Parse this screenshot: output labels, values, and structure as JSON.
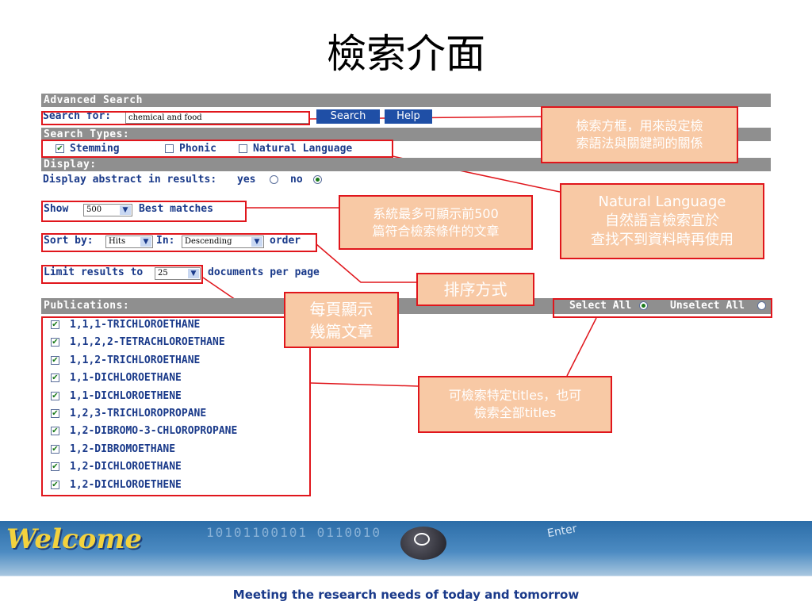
{
  "slide": {
    "title": "檢索介面"
  },
  "form": {
    "advanced_search_header": "Advanced Search",
    "search_for_label": "Search for:",
    "search_value": "chemical and food",
    "search_button": "Search",
    "help_button": "Help",
    "search_types_header": "Search Types:",
    "types": [
      {
        "label": "Stemming",
        "checked": true
      },
      {
        "label": "Phonic",
        "checked": false
      },
      {
        "label": "Natural Language",
        "checked": false
      }
    ],
    "display_header": "Display:",
    "abstract_label": "Display abstract in results:",
    "abstract_yes": "yes",
    "abstract_no": "no",
    "show_label": "Show",
    "show_value": "500",
    "best_matches": "Best matches",
    "sort_by_label": "Sort by:",
    "sort_value": "Hits",
    "in_label": "In:",
    "order_value": "Descending",
    "order_label": "order",
    "limit_label": "Limit results to",
    "limit_value": "25",
    "per_page_label": "documents per page",
    "publications_header": "Publications:",
    "select_all": "Select All",
    "unselect_all": "Unselect All",
    "publications": [
      "1,1,1-TRICHLOROETHANE",
      "1,1,2,2-TETRACHLOROETHANE",
      "1,1,2-TRICHLOROETHANE",
      "1,1-DICHLOROETHANE",
      "1,1-DICHLOROETHENE",
      "1,2,3-TRICHLOROPROPANE",
      "1,2-DIBROMO-3-CHLOROPROPANE",
      "1,2-DIBROMOETHANE",
      "1,2-DICHLOROETHANE",
      "1,2-DICHLOROETHENE"
    ]
  },
  "callouts": {
    "search_box": [
      "檢索方框，用來設定檢",
      "索語法與關鍵詞的關係"
    ],
    "natural_language": [
      "Natural Language",
      "自然語言檢索宜於",
      "查找不到資料時再使用"
    ],
    "show_max": [
      "系統最多可顯示前500",
      "篇符合檢索條件的文章"
    ],
    "sort": [
      "排序方式"
    ],
    "per_page": [
      "每頁顯示",
      "幾篇文章"
    ],
    "titles": [
      "可檢索特定titles，也可",
      "檢索全部titles"
    ]
  },
  "banner": {
    "welcome": "Welcome",
    "tagline": "Meeting the research needs of today and tomorrow",
    "binary": "10101100101  0110010",
    "enter": "Enter"
  },
  "colors": {
    "annotation_red": "#e0161c",
    "callout_fill": "#f8c9a5",
    "header_gray": "#8f8f8f",
    "label_blue": "#1a3a8a"
  }
}
